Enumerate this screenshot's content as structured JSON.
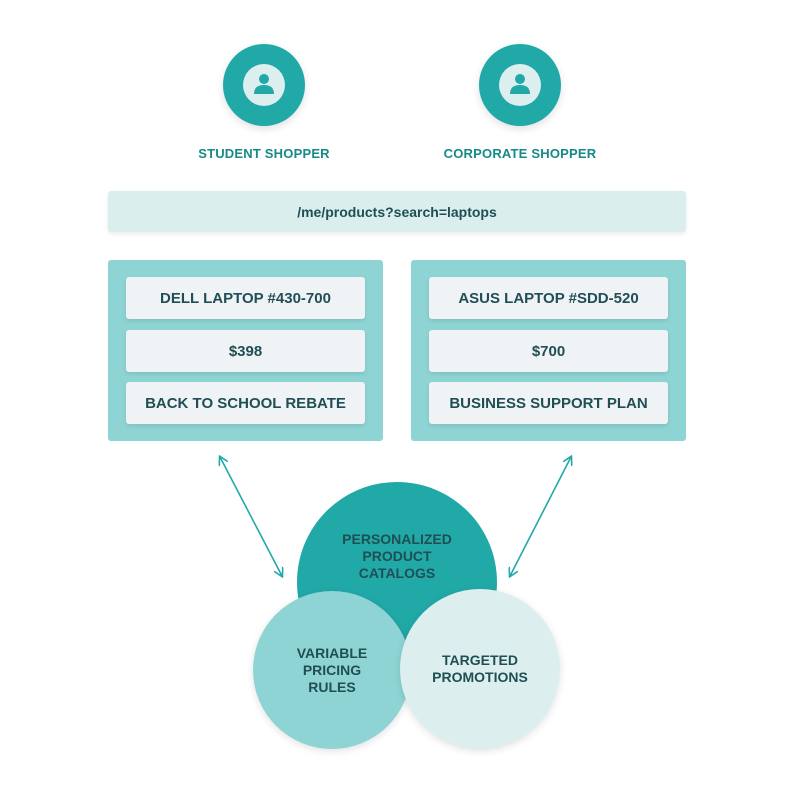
{
  "personas": [
    {
      "label": "STUDENT SHOPPER",
      "icon": "user-icon"
    },
    {
      "label": "CORPORATE SHOPPER",
      "icon": "user-icon"
    }
  ],
  "request": {
    "url": "/me/products?search=laptops"
  },
  "products": [
    {
      "name": "DELL LAPTOP #430-700",
      "price": "$398",
      "offer": "BACK TO SCHOOL REBATE"
    },
    {
      "name": "ASUS LAPTOP #SDD-520",
      "price": "$700",
      "offer": "BUSINESS SUPPORT PLAN"
    }
  ],
  "venn": {
    "catalogs": "PERSONALIZED\nPRODUCT\nCATALOGS",
    "pricing": "VARIABLE\nPRICING\nRULES",
    "promotions": "TARGETED\nPROMOTIONS"
  },
  "colors": {
    "teal": "#21a9a8",
    "light_teal": "#8fd4d4",
    "pale_teal": "#daeeed",
    "text": "#1f4f54"
  }
}
